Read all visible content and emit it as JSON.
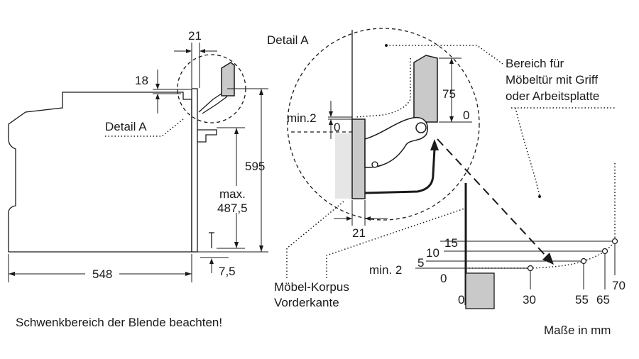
{
  "left_view": {
    "dim_top_width": "21",
    "dim_gap": "18",
    "detail_label": "Detail A",
    "dim_height": "595",
    "dim_max_label": "max.",
    "dim_max_value": "487,5",
    "dim_depth": "548",
    "dim_bottom": "7,5"
  },
  "detail_view": {
    "title": "Detail A",
    "dim_min2": "min.2",
    "dim_0_left": "0",
    "dim_75": "75",
    "dim_0_right": "0",
    "dim_21": "21"
  },
  "labels": {
    "furniture_door_line1": "Bereich für",
    "furniture_door_line2": "Möbeltür mit Griff",
    "furniture_door_line3": "oder Arbeitsplatte",
    "carcass_line1": "Möbel-Korpus",
    "carcass_line2": "Vorderkante",
    "warning": "Schwenkbereich der Blende beachten!",
    "units": "Maße in mm"
  },
  "swing_graph": {
    "y_labels": [
      "15",
      "10",
      "5",
      "min. 2",
      "0"
    ],
    "x_labels": [
      "0",
      "30",
      "55",
      "65",
      "70"
    ]
  }
}
